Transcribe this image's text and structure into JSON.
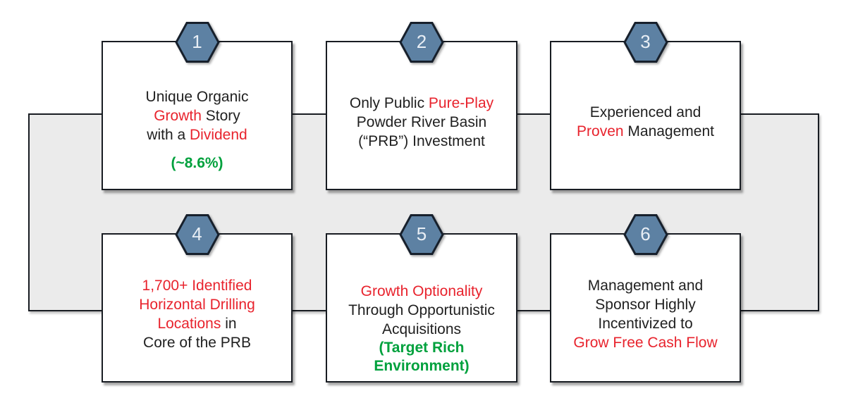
{
  "palette": {
    "background": "#ffffff",
    "band_fill": "#ebebeb",
    "box_fill": "#ffffff",
    "box_border": "#181c22",
    "text": "#1f1f1f",
    "red": "#e8232d",
    "green": "#00a13d",
    "hexagon_fill": "#5d81a3",
    "hexagon_border": "#17202c",
    "hexagon_number": "#e8eef5"
  },
  "boxes": [
    {
      "number": "1",
      "lines": [
        {
          "segments": [
            {
              "text": "Unique Organic"
            }
          ]
        },
        {
          "segments": [
            {
              "text": "Growth"
            },
            {
              "text": " Story"
            }
          ]
        },
        {
          "segments": [
            {
              "text": "with a "
            },
            {
              "text": "Dividend"
            }
          ]
        },
        {
          "segments": [
            {
              "text": "(~8.6%)"
            }
          ]
        }
      ]
    },
    {
      "number": "2",
      "lines": [
        {
          "segments": [
            {
              "text": "Only Public "
            },
            {
              "text": "Pure-Play"
            }
          ]
        },
        {
          "segments": [
            {
              "text": "Powder River Basin"
            }
          ]
        },
        {
          "segments": [
            {
              "text": "(“PRB”) Investment"
            }
          ]
        }
      ]
    },
    {
      "number": "3",
      "lines": [
        {
          "segments": [
            {
              "text": "Experienced and"
            }
          ]
        },
        {
          "segments": [
            {
              "text": "Proven"
            },
            {
              "text": " Management"
            }
          ]
        }
      ]
    },
    {
      "number": "4",
      "lines": [
        {
          "segments": [
            {
              "text": "1,700+ Identified"
            }
          ]
        },
        {
          "segments": [
            {
              "text": "Horizontal Drilling"
            }
          ]
        },
        {
          "segments": [
            {
              "text": "Locations"
            },
            {
              "text": " in"
            }
          ]
        },
        {
          "segments": [
            {
              "text": "Core of the PRB"
            }
          ]
        }
      ]
    },
    {
      "number": "5",
      "lines": [
        {
          "segments": [
            {
              "text": "Growth Optionality"
            }
          ]
        },
        {
          "segments": [
            {
              "text": "Through Opportunistic"
            }
          ]
        },
        {
          "segments": [
            {
              "text": "Acquisitions"
            }
          ]
        },
        {
          "segments": [
            {
              "text": "(Target Rich"
            }
          ]
        },
        {
          "segments": [
            {
              "text": "Environment)"
            }
          ]
        }
      ]
    },
    {
      "number": "6",
      "lines": [
        {
          "segments": [
            {
              "text": "Management and"
            }
          ]
        },
        {
          "segments": [
            {
              "text": "Sponsor Highly"
            }
          ]
        },
        {
          "segments": [
            {
              "text": "Incentivized to"
            }
          ]
        },
        {
          "segments": [
            {
              "text": "Grow Free Cash Flow"
            }
          ]
        }
      ]
    }
  ]
}
